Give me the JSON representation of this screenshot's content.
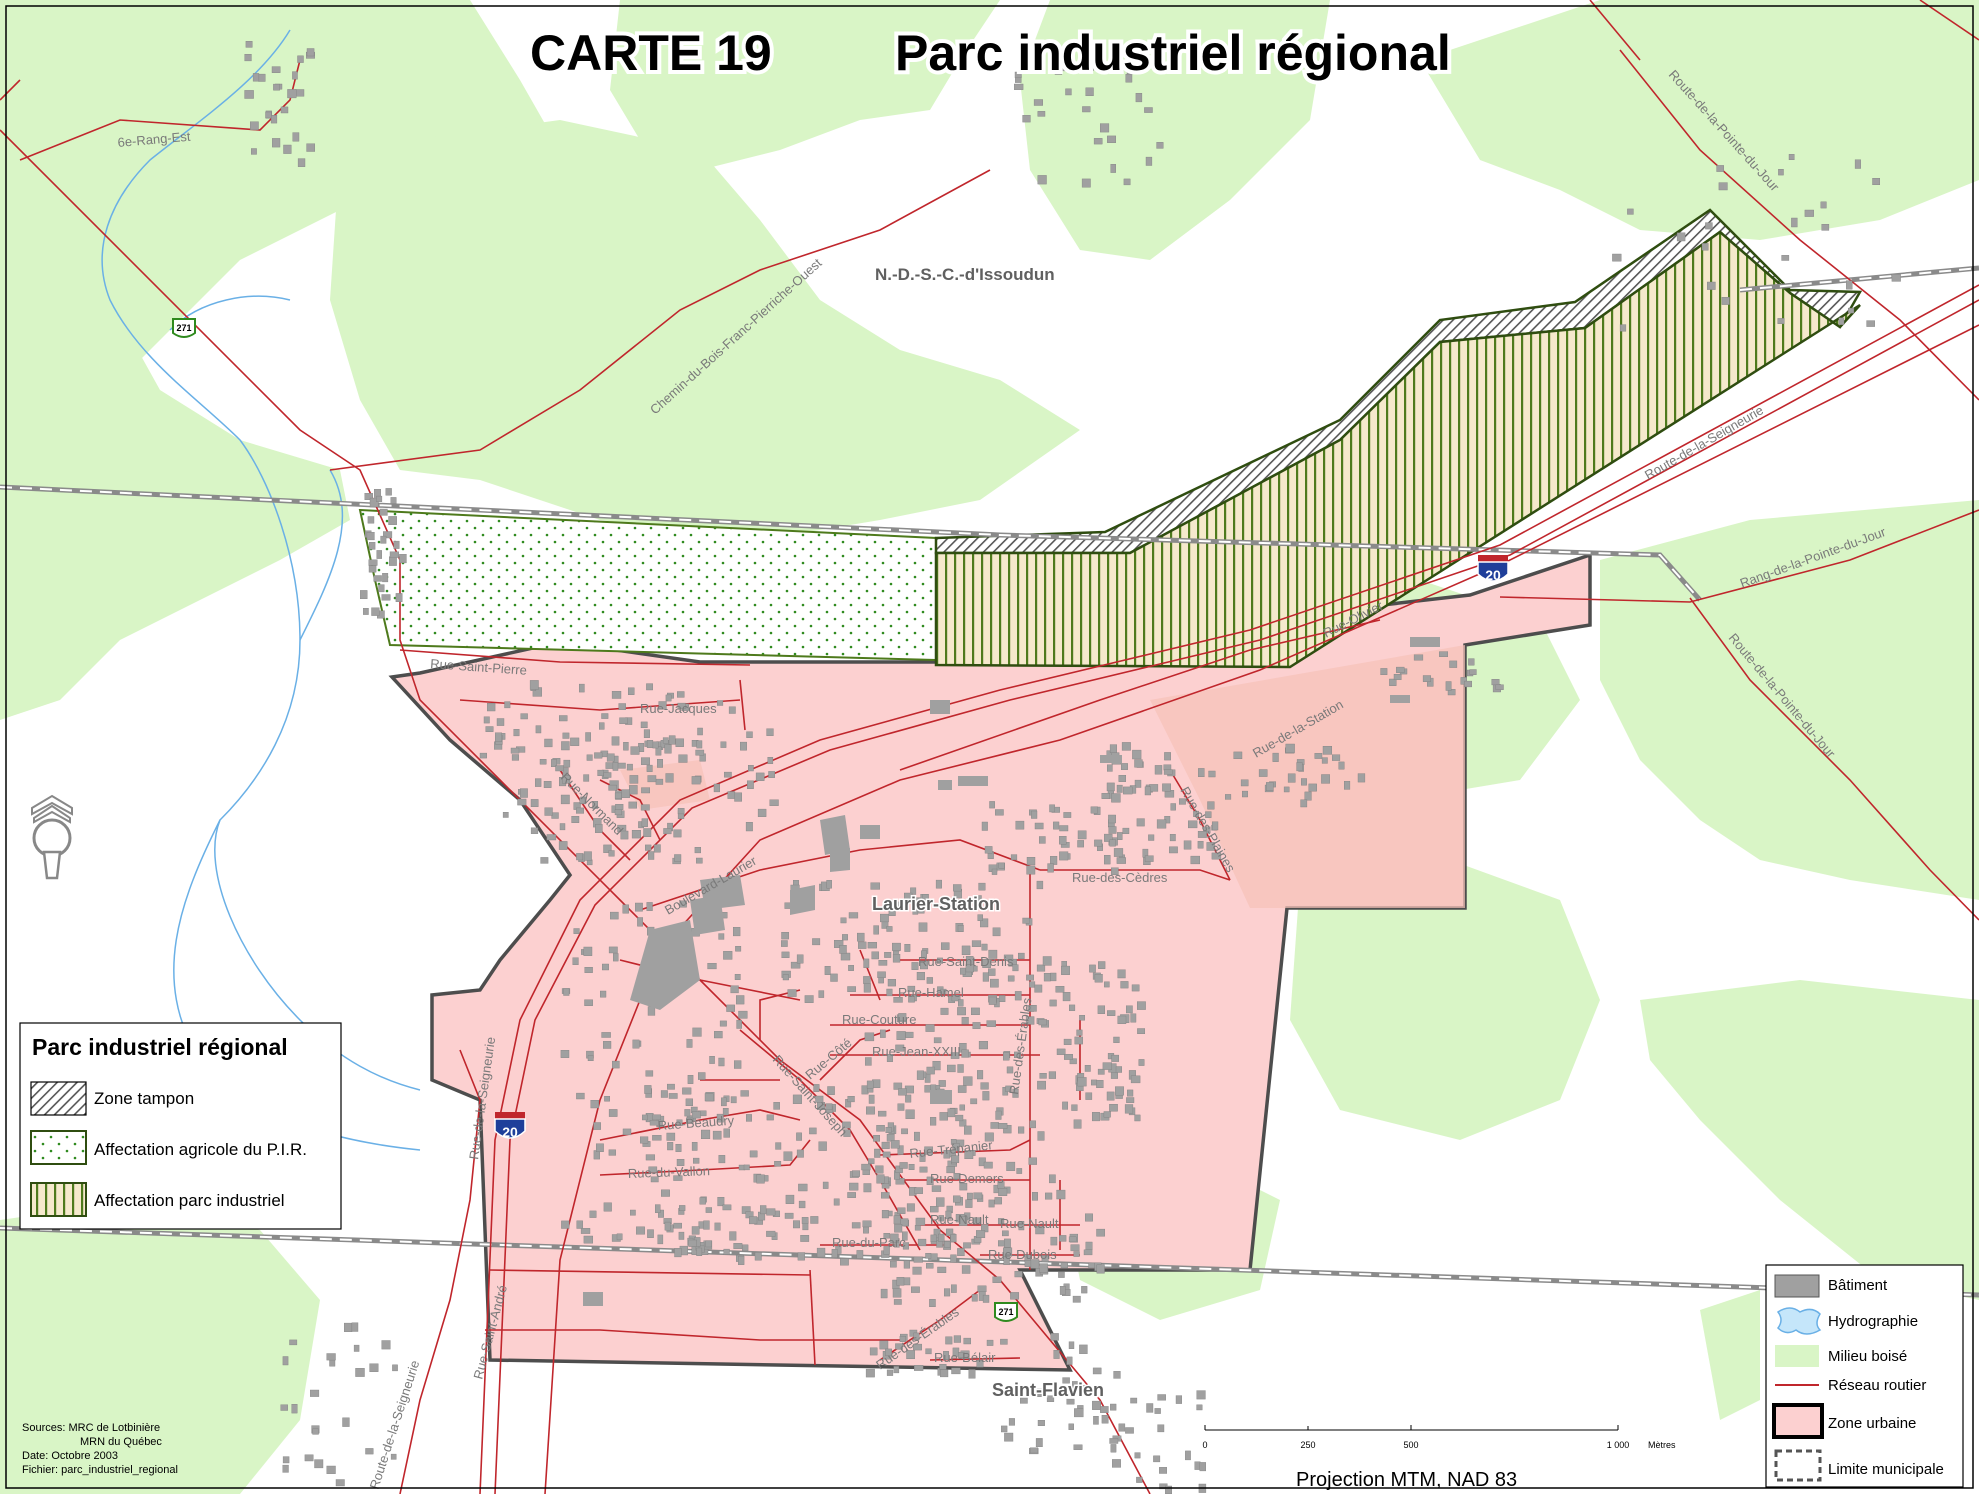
{
  "title": {
    "map_number": "CARTE 19",
    "name": "Parc industriel régional"
  },
  "places": {
    "issoudun": "N.-D.-S.-C.-d'Issoudun",
    "laurier": "Laurier-Station",
    "flavien": "Saint-Flavien"
  },
  "shields": {
    "route": "271",
    "autoroute": "20"
  },
  "streets": {
    "rang6": "6e-Rang-Est",
    "bois_franc": "Chemin-du-Bois-Franc-Pierriche-Ouest",
    "pointe_jour_n": "Route-de-la-Pointe-du-Jour",
    "pointe_jour_s": "Route-de-la-Pointe-du-Jour",
    "rang_pointe": "Rang-de-la-Pointe-du-Jour",
    "seigneurie_ne": "Route-de-la-Seigneurie",
    "seigneurie_w": "Rue-de-la-Seigneurie",
    "seigneurie_sw": "Route-de-la-Seigneurie",
    "olivier": "Rue-Olivier",
    "st_pierre": "Rue-Saint-Pierre",
    "jacques": "Rue-Jacques",
    "normand": "Rue-Normand",
    "station": "Rue-de-la-Station",
    "plaines": "Rue-des-Plaines",
    "cedres": "Rue-des-Cèdres",
    "laurier_blvd": "Boulevard-Laurier",
    "st_denis": "Rue-Saint-Denis",
    "hamel": "Rue-Hamel",
    "couture": "Rue-Couture",
    "jean": "Rue-Jean-XXIII",
    "erables_n": "Rue-des-Érables",
    "st_joseph": "Rue-Saint-Joseph",
    "cote": "Rue-Côté",
    "beaudry": "Rue-Beaudry",
    "vallon": "Rue-du-Vallon",
    "trepanier": "Rue-Trépanier",
    "demers": "Rue-Demers",
    "nault1": "Rue-Nault",
    "nault2": "Rue-Nault",
    "parc": "Rue-du-Parc",
    "dubois": "Rue-Dubois",
    "st_andre": "Rue-Saint-André",
    "erables_s": "Rue-des-Érables",
    "belair": "Rue-Bélair"
  },
  "legend_pir": {
    "title": "Parc industriel régional",
    "items": [
      "Zone tampon",
      "Affectation agricole du P.I.R.",
      "Affectation parc industriel"
    ]
  },
  "legend_base": {
    "items": [
      "Bâtiment",
      "Hydrographie",
      "Milieu boisé",
      "Réseau routier",
      "Zone urbaine",
      "Limite municipale"
    ]
  },
  "sources": [
    "Sources: MRC de Lotbinière",
    "MRN du Québec",
    "Date: Octobre 2003",
    "Fichier: parc_industriel_regional"
  ],
  "scale": {
    "labels": [
      "0",
      "250",
      "500",
      "1 000"
    ],
    "unit": "Mètres"
  },
  "projection": "Projection MTM, NAD 83",
  "colors": {
    "wood": "#d9f5c6",
    "urban": "#fcd0d0",
    "road": "#c0262c",
    "water": "#6ab0e6",
    "building": "#a0a0a0",
    "industrial": "#4e7a1c",
    "agri_dots": "#2f8a1e"
  }
}
